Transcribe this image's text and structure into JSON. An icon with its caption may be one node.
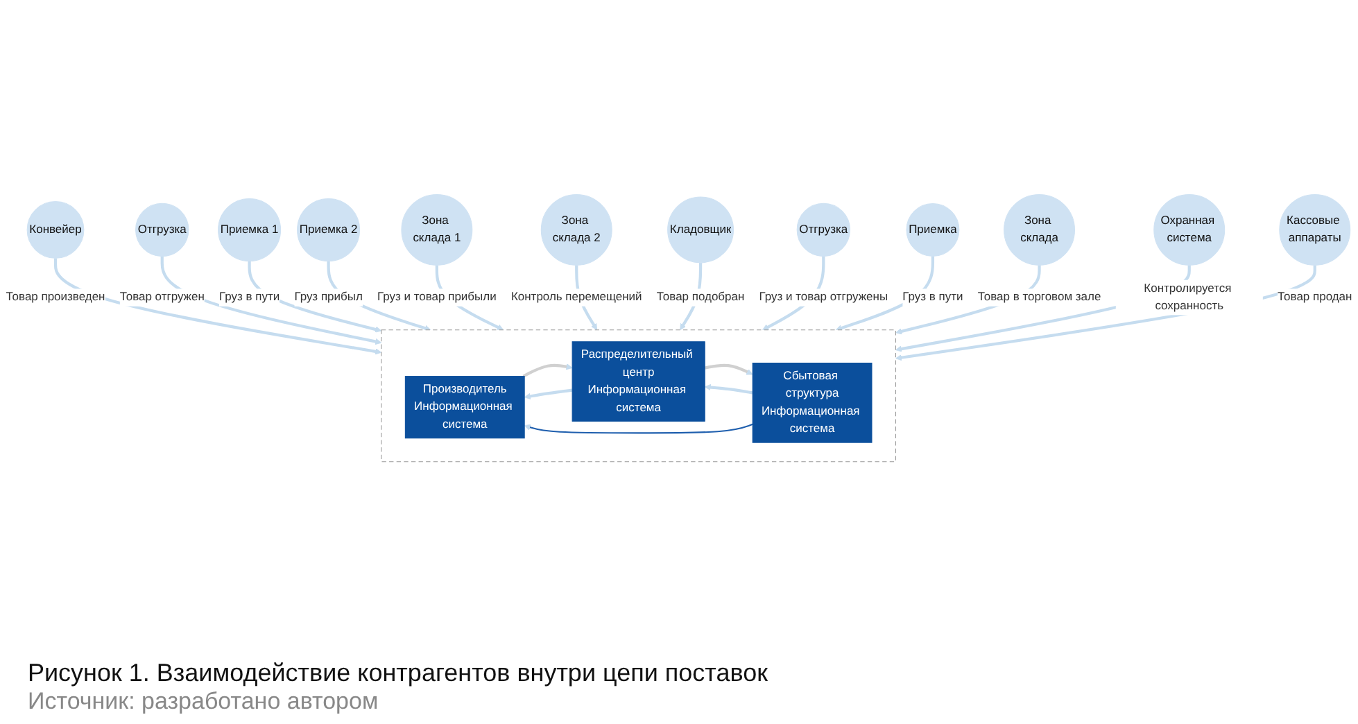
{
  "diagram": {
    "caption": "Рисунок 1. Взаимодействие контрагентов внутри цепи поставок",
    "nodes": [
      {
        "text": [
          "Конвейер"
        ]
      },
      {
        "text": [
          "Отгрузка"
        ]
      },
      {
        "text": [
          "Приемка 1"
        ]
      },
      {
        "text": [
          "Приемка 2"
        ]
      },
      {
        "text": [
          "Зона склада 1"
        ]
      },
      {
        "text": [
          "Зона склада 2"
        ]
      },
      {
        "text": [
          "Кладовщик"
        ]
      },
      {
        "text": [
          "Отгрузка"
        ]
      },
      {
        "text": [
          "Приемка"
        ]
      },
      {
        "text": [
          "Зона склада"
        ]
      },
      {
        "text": [
          "Охранная система"
        ]
      },
      {
        "text": [
          "Кассовые аппараты"
        ]
      },
      {
        "text": [],
        "shape": "box"
      },
      {
        "text": [
          "Производитель",
          "Информационная система"
        ],
        "in": 12
      },
      {
        "text": [
          "Распределительный центр",
          "Информационная система"
        ],
        "in": 12
      },
      {
        "text": [
          "Сбытовая структура",
          "Информационная система"
        ],
        "in": 12
      }
    ],
    "edges": [
      {
        "from": 0,
        "to": 12,
        "arrow": "to",
        "label": "Товар произведен"
      },
      {
        "from": 1,
        "to": 12,
        "arrow": "to",
        "label": "Товар отгружен"
      },
      {
        "from": 2,
        "to": 12,
        "arrow": "to",
        "label": "Груз в пути"
      },
      {
        "from": 3,
        "to": 12,
        "arrow": "to",
        "label": "Груз прибыл"
      },
      {
        "from": 4,
        "to": 12,
        "arrow": "to",
        "label": "Груз и товар прибыли"
      },
      {
        "from": 5,
        "to": 12,
        "arrow": "to",
        "label": "Контроль перемещений"
      },
      {
        "from": 6,
        "to": 12,
        "arrow": "to",
        "label": "Товар подобран"
      },
      {
        "from": 7,
        "to": 12,
        "arrow": "to",
        "label": "Груз и товар отгружены"
      },
      {
        "from": 8,
        "to": 12,
        "arrow": "to",
        "label": "Груз в пути"
      },
      {
        "from": 9,
        "to": 12,
        "arrow": "to",
        "label": "Товар в торговом зале"
      },
      {
        "from": 10,
        "to": 12,
        "arrow": "to",
        "label": "Контролируется сохранность"
      },
      {
        "from": 11,
        "to": 12,
        "arrow": "to",
        "label": "Товар продан"
      },
      {
        "from": 14,
        "to": 13,
        "arrow": "to"
      },
      {
        "from": 13,
        "to": 14,
        "arrow": "to",
        "color": "#d0d0d0"
      },
      {
        "from": 15,
        "to": 14,
        "arrow": "to"
      },
      {
        "from": 14,
        "to": 15,
        "arrow": "to",
        "color": "#d0d0d0"
      },
      {
        "from": 15,
        "to": 13,
        "arrow": "to",
        "color": "#1f5fae"
      }
    ],
    "labels": [
      "Источник: разработано автором"
    ]
  }
}
